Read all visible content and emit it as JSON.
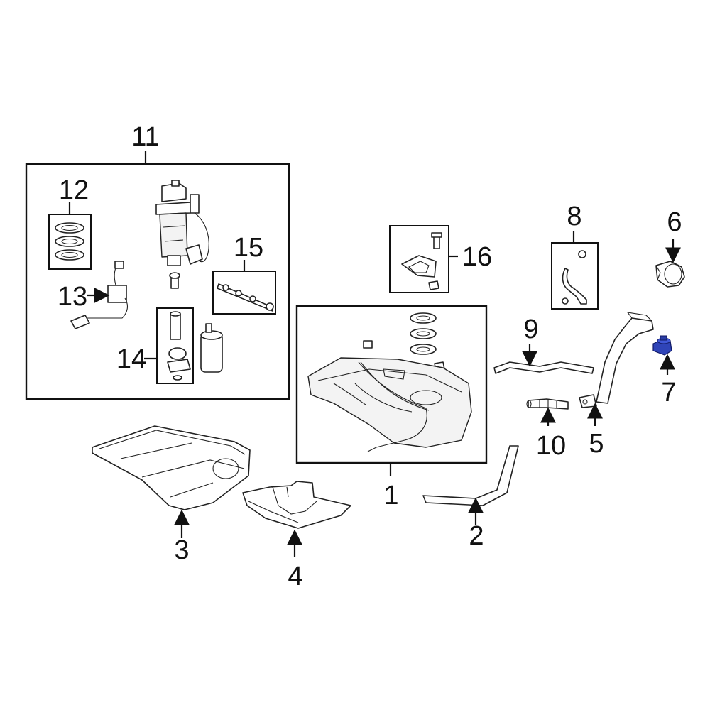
{
  "diagram": {
    "highlight_color": "#2f44b8",
    "callouts": {
      "c1": "1",
      "c2": "2",
      "c3": "3",
      "c4": "4",
      "c5": "5",
      "c6": "6",
      "c7": "7",
      "c8": "8",
      "c9": "9",
      "c10": "10",
      "c11": "11",
      "c12": "12",
      "c13": "13",
      "c14": "14",
      "c15": "15",
      "c16": "16"
    }
  }
}
